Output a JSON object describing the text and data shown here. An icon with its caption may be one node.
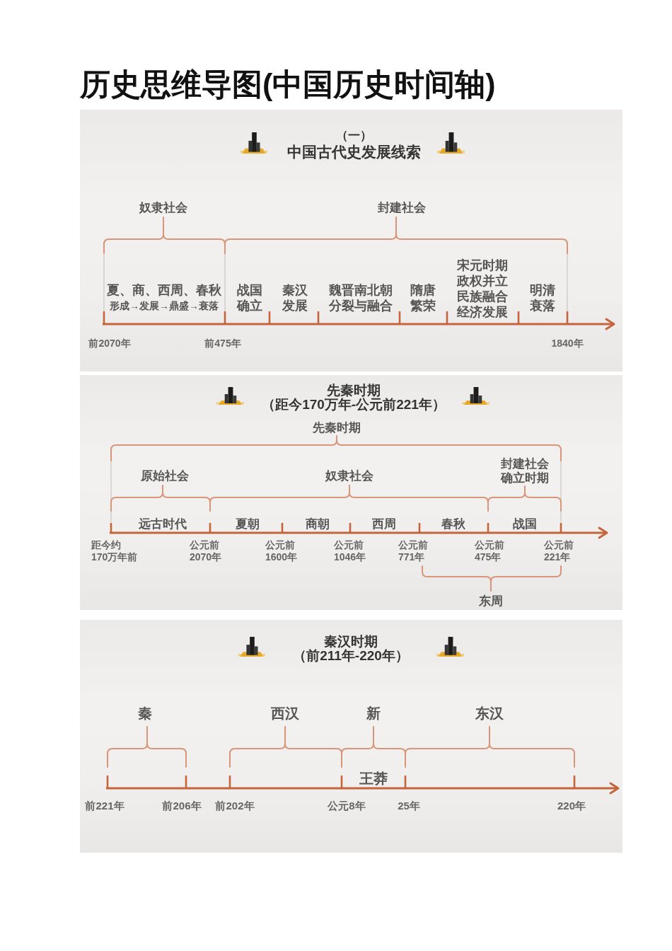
{
  "diagram": {
    "title": "历史思维导图(中国历史时间轴)",
    "nodes": [
      {
        "text": [
          "（一）",
          "中国古代史发展线索",
          "奴隶社会",
          "封建社会",
          "夏、商、西周、春秋",
          "形成→发展→鼎盛→衰落",
          "战国",
          "确立",
          "秦汉",
          "发展",
          "魏晋南北朝",
          "分裂与融合",
          "隋唐",
          "繁荣",
          "宋元时期",
          "政权并立民族融合经济发展",
          "明清",
          "衰落",
          "前2070年",
          "前475年",
          "1840年"
        ]
      },
      {
        "text": [
          "先秦时期",
          "（距今170万年-公元前221年）",
          "先秦时期",
          "原始社会",
          "奴隶社会",
          "封建社会确立时期",
          "远古时代",
          "夏朝",
          "商朝",
          "西周",
          "春秋",
          "战国",
          "距今约170万年前",
          "公元前2070年",
          "公元前1600年",
          "公元前1046年",
          "公元前771年",
          "公元前475年",
          "公元前221年",
          "东周"
        ]
      },
      {
        "text": [
          "秦汉时期",
          "（前211年-220年）",
          "秦",
          "西汉",
          "新",
          "东汉",
          "王莽",
          "前221年",
          "前206年",
          "前202年",
          "公元8年",
          "25年",
          "220年"
        ]
      }
    ]
  }
}
